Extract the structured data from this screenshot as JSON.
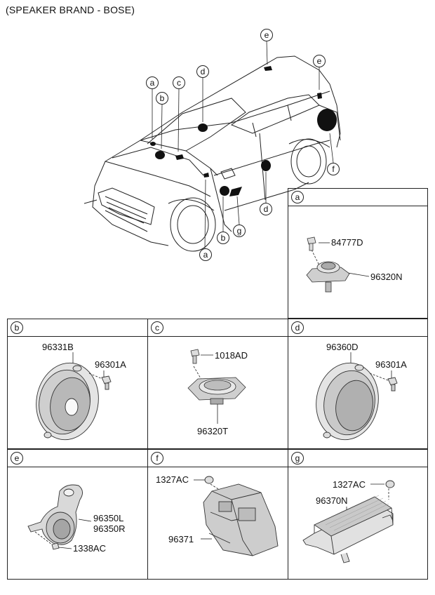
{
  "title": "(SPEAKER BRAND - BOSE)",
  "vehicle_callouts": [
    "a",
    "b",
    "c",
    "d",
    "e",
    "e",
    "f",
    "g",
    "d",
    "b",
    "a"
  ],
  "sections": {
    "a": {
      "label": "a",
      "parts": [
        "84777D",
        "96320N"
      ]
    },
    "b": {
      "label": "b",
      "parts": [
        "96331B",
        "96301A"
      ]
    },
    "c": {
      "label": "c",
      "parts": [
        "1018AD",
        "96320T"
      ]
    },
    "d": {
      "label": "d",
      "parts": [
        "96360D",
        "96301A"
      ]
    },
    "e": {
      "label": "e",
      "parts": [
        "96350L",
        "96350R",
        "1338AC"
      ]
    },
    "f": {
      "label": "f",
      "parts": [
        "1327AC",
        "96371"
      ]
    },
    "g": {
      "label": "g",
      "parts": [
        "1327AC",
        "96370N"
      ]
    }
  }
}
